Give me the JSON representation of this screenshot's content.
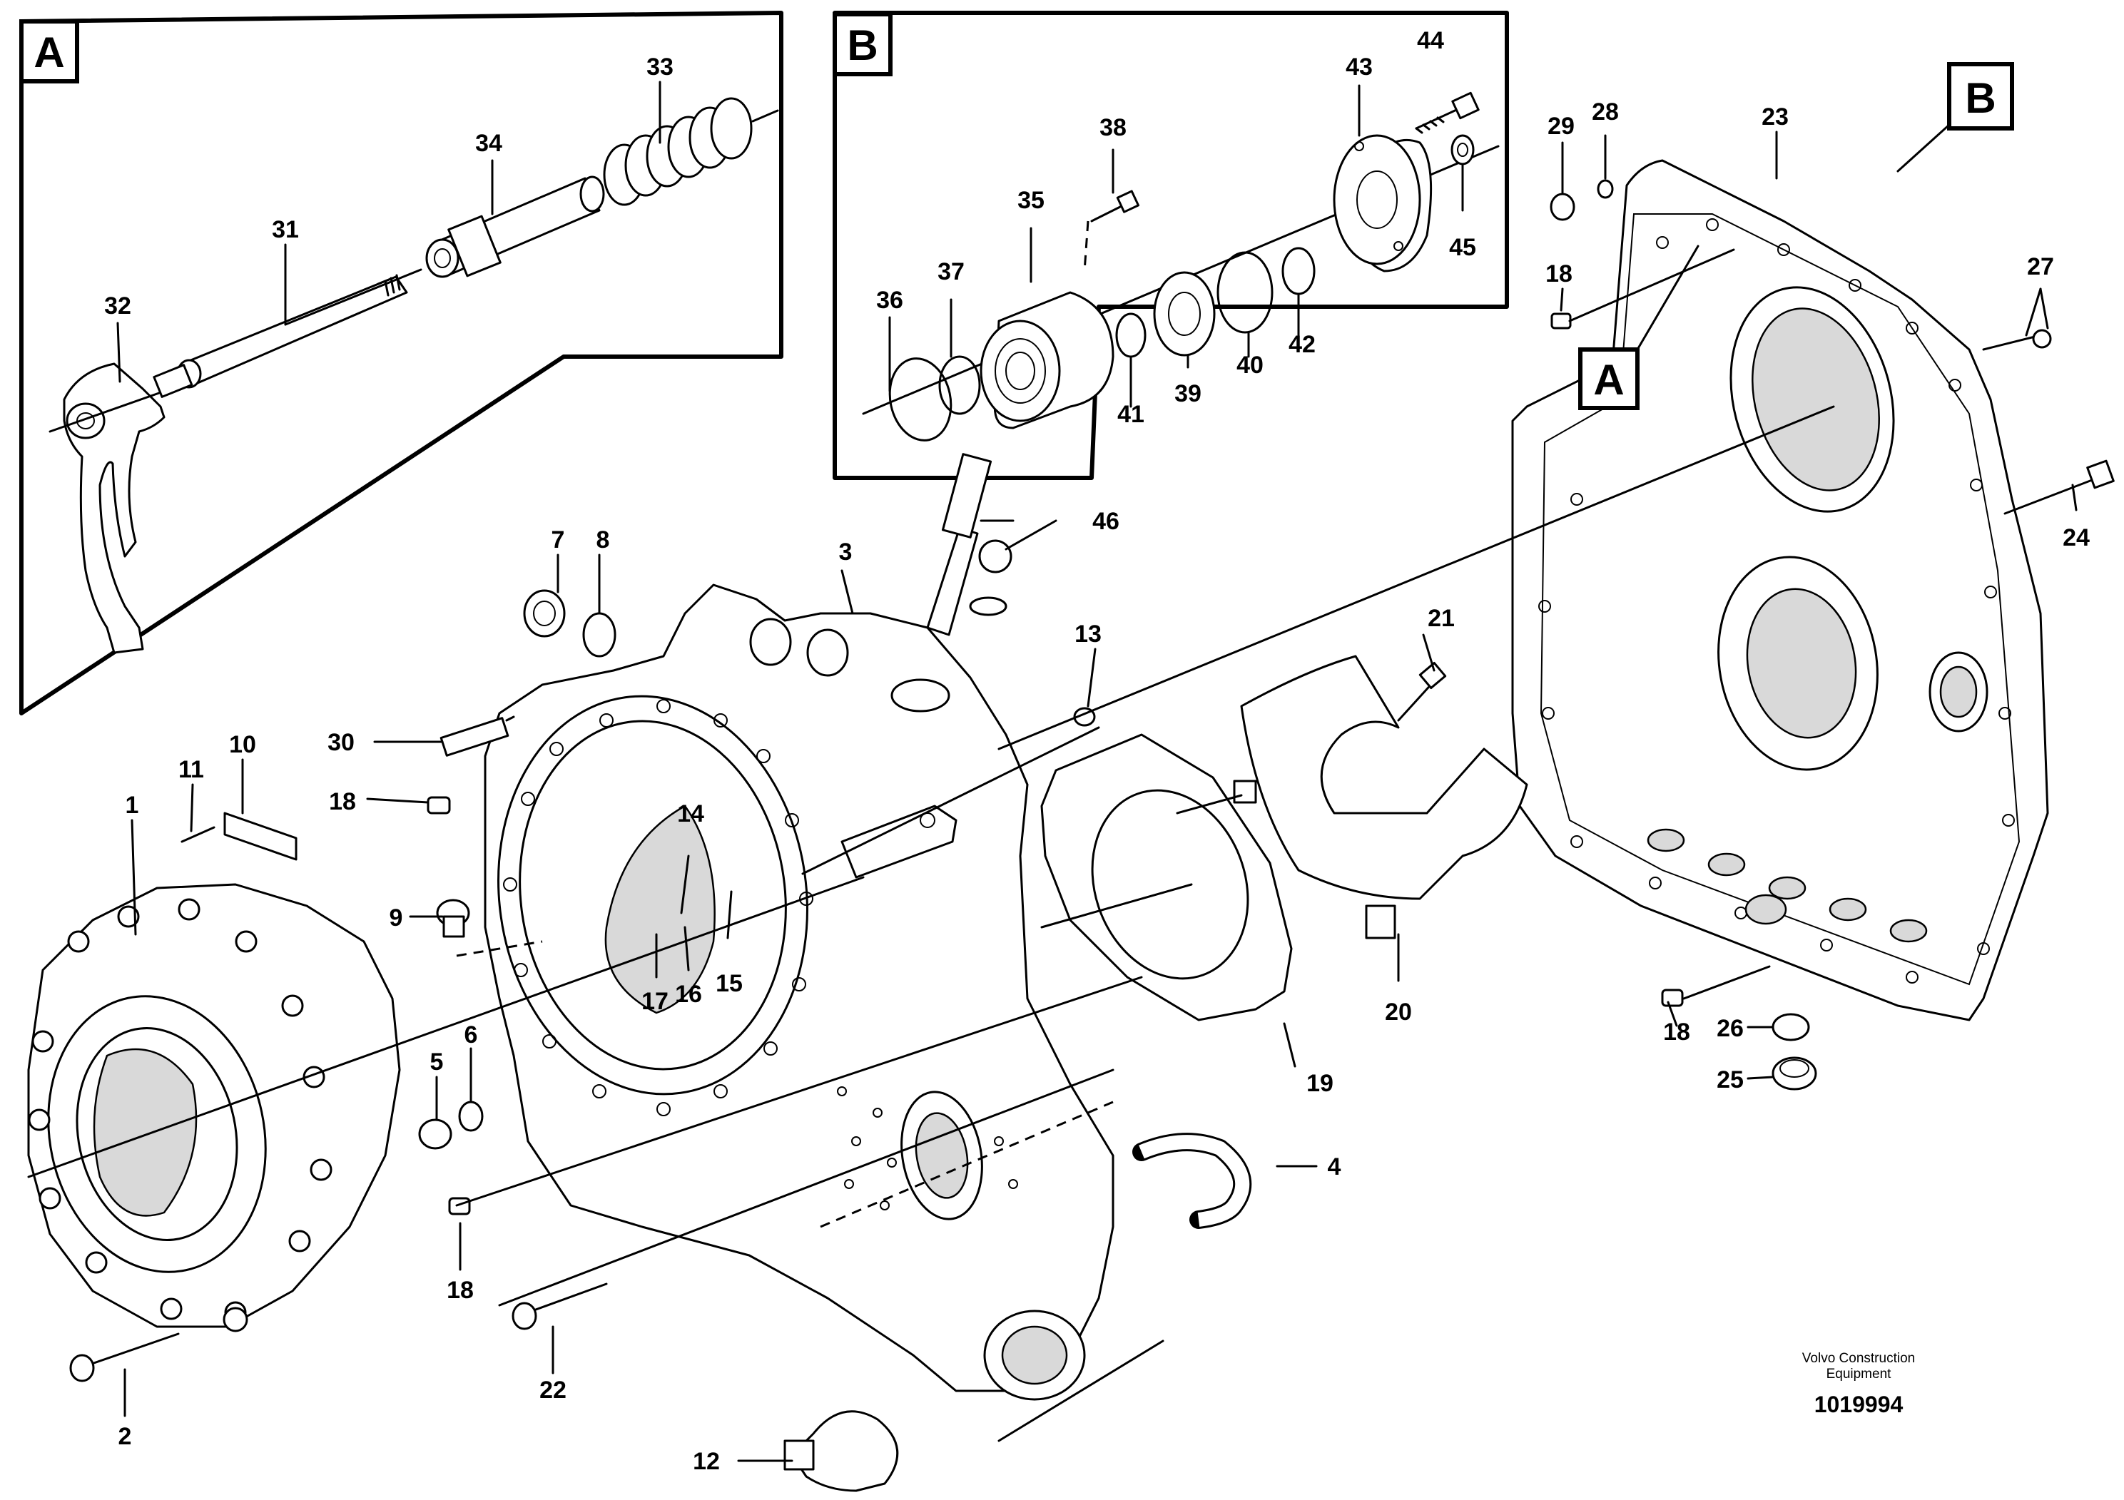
{
  "insets": {
    "a_letter": "A",
    "b_letter": "B"
  },
  "callouts": {
    "a": "A",
    "b": "B"
  },
  "labels": {
    "n1": "1",
    "n2": "2",
    "n3": "3",
    "n4": "4",
    "n5": "5",
    "n6": "6",
    "n7": "7",
    "n8": "8",
    "n9": "9",
    "n10": "10",
    "n11": "11",
    "n12": "12",
    "n13": "13",
    "n14": "14",
    "n15": "15",
    "n16": "16",
    "n17": "17",
    "n18a": "18",
    "n18b": "18",
    "n18c": "18",
    "n18d": "18",
    "n19": "19",
    "n20": "20",
    "n21": "21",
    "n22": "22",
    "n23": "23",
    "n24": "24",
    "n25": "25",
    "n26": "26",
    "n27": "27",
    "n28": "28",
    "n29": "29",
    "n30": "30",
    "n31": "31",
    "n32": "32",
    "n33": "33",
    "n34": "34",
    "n35": "35",
    "n36": "36",
    "n37": "37",
    "n38": "38",
    "n39": "39",
    "n40": "40",
    "n41": "41",
    "n42": "42",
    "n43": "43",
    "n44": "44",
    "n45": "45",
    "n46": "46"
  },
  "footer": {
    "company_line1": "Volvo Construction",
    "company_line2": "Equipment",
    "document_number": "1019994"
  }
}
